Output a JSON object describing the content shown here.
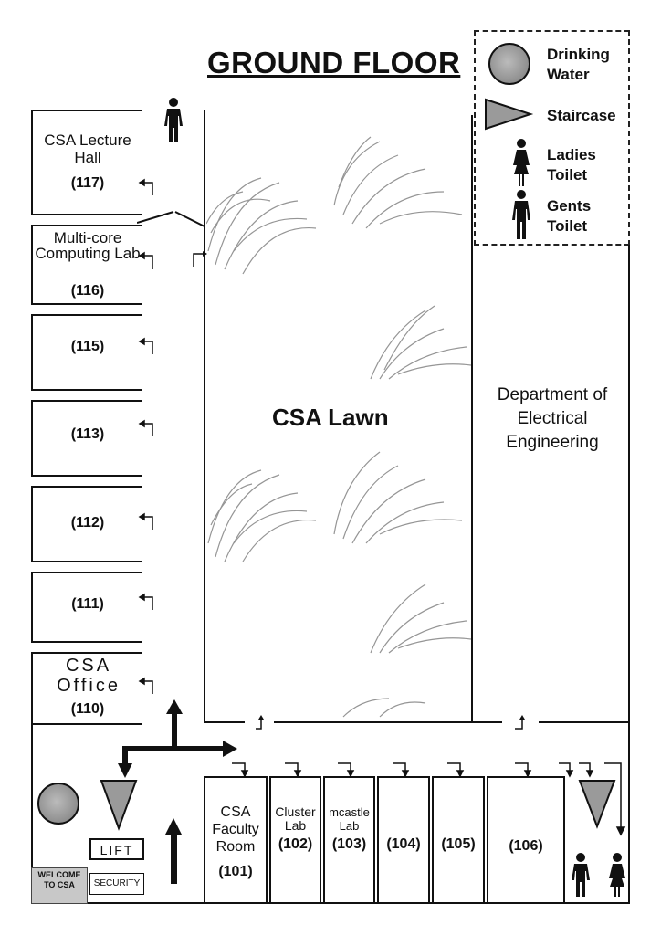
{
  "title": "GROUND FLOOR",
  "legend": [
    {
      "icon": "drinking-water-icon",
      "label": "Drinking Water"
    },
    {
      "icon": "staircase-icon",
      "label": "Staircase"
    },
    {
      "icon": "ladies-toilet-icon",
      "label": "Ladies Toilet"
    },
    {
      "icon": "gents-toilet-icon",
      "label": "Gents Toilet"
    }
  ],
  "lawn_label": "CSA Lawn",
  "department_label": "Department of Electrical Engineering",
  "left_rooms": [
    {
      "name": "CSA Lecture Hall",
      "number": "(117)"
    },
    {
      "name": "Multi-core Computing Lab",
      "number": "(116)"
    },
    {
      "name": "",
      "number": "(115)"
    },
    {
      "name": "",
      "number": "(113)"
    },
    {
      "name": "",
      "number": "(112)"
    },
    {
      "name": "",
      "number": "(111)"
    },
    {
      "name": "CSA Office",
      "number": "(110)"
    }
  ],
  "bottom_rooms": [
    {
      "name": "CSA Faculty Room",
      "number": "(101)"
    },
    {
      "name": "Cluster Lab",
      "number": "(102)"
    },
    {
      "name": "mcastle Lab",
      "number": "(103)"
    },
    {
      "name": "",
      "number": "(104)"
    },
    {
      "name": "",
      "number": "(105)"
    },
    {
      "name": "",
      "number": "(106)"
    }
  ],
  "lift_label": "LIFT",
  "security_label": "SECURITY",
  "welcome_label": "WELCOME TO CSA",
  "colors": {
    "line": "#111111",
    "icon_gray": "#9a9a9a",
    "welcome_bg": "#c8c8c8"
  }
}
